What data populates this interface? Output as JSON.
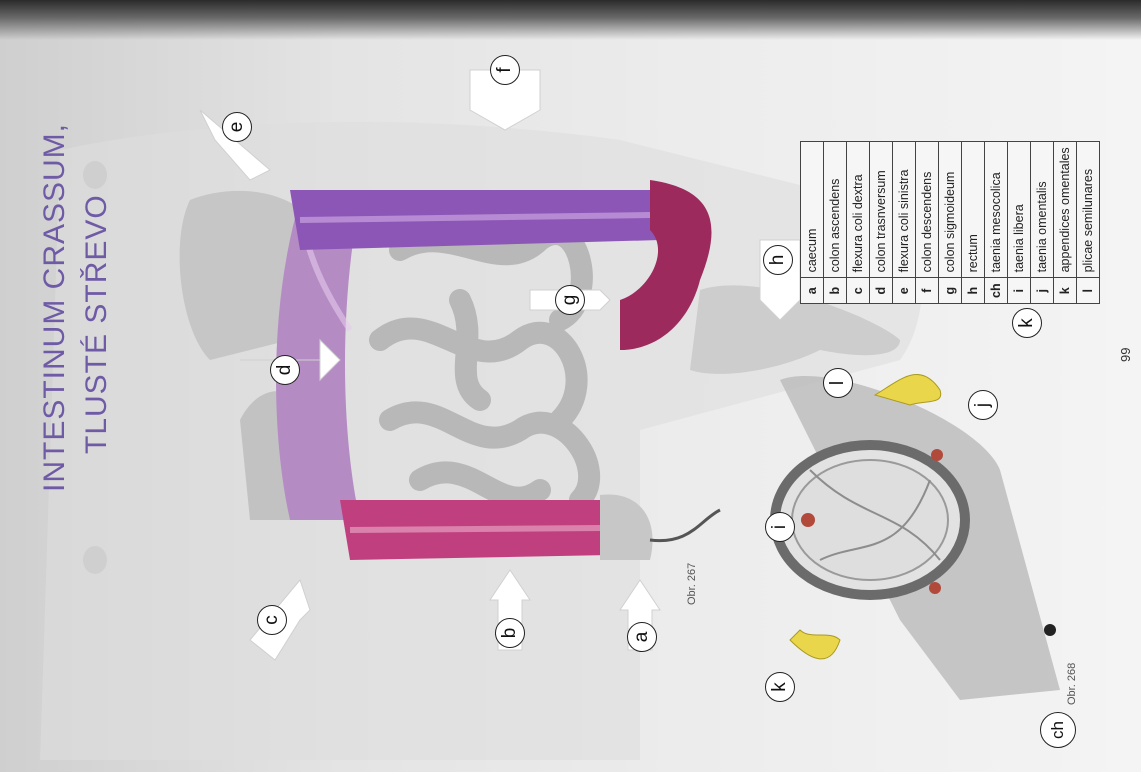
{
  "title": {
    "line1": "INTESTINUM CRASSUM,",
    "line2": "TLUSTÉ STŘEVO"
  },
  "captions": {
    "fig1": "Obr. 267",
    "fig2": "Obr. 268"
  },
  "page_number": "99",
  "colors": {
    "title": "#6f5aa6",
    "ascending": "#c0407f",
    "transverse": "#b58bc4",
    "descending": "#8c56b6",
    "sigmoid": "#9c2a5c",
    "fat": "#e9d64a",
    "intestine": "#bdbdbd"
  },
  "figure1_labels": [
    "a",
    "b",
    "c",
    "d",
    "e",
    "f",
    "g",
    "h"
  ],
  "figure2_labels": [
    "i",
    "j",
    "k",
    "k",
    "l",
    "ch"
  ],
  "legend": [
    {
      "key": "a",
      "value": "caecum"
    },
    {
      "key": "b",
      "value": "colon ascendens"
    },
    {
      "key": "c",
      "value": "flexura coli dextra"
    },
    {
      "key": "d",
      "value": "colon trasnversum"
    },
    {
      "key": "e",
      "value": "flexura coli sinistra"
    },
    {
      "key": "f",
      "value": "colon descendens"
    },
    {
      "key": "g",
      "value": "colon sigmoideum"
    },
    {
      "key": "h",
      "value": "rectum"
    },
    {
      "key": "ch",
      "value": "taenia mesocolica"
    },
    {
      "key": "i",
      "value": "taenia libera"
    },
    {
      "key": "j",
      "value": "taenia omentalis"
    },
    {
      "key": "k",
      "value": "appendices omentales"
    },
    {
      "key": "l",
      "value": "plicae semilunares"
    }
  ]
}
